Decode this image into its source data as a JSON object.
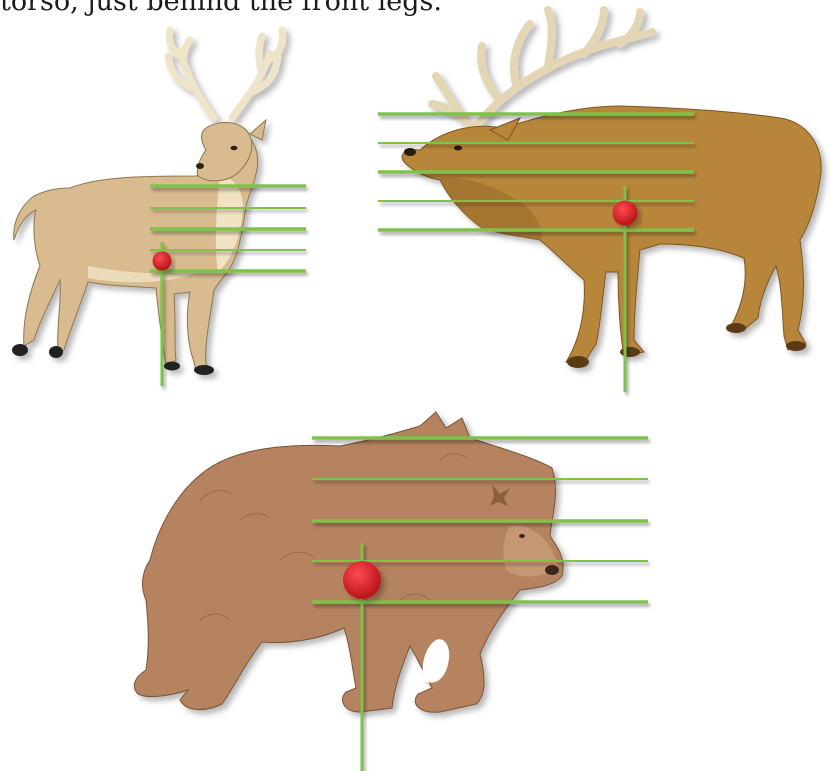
{
  "caption": "torso, just behind the front legs.",
  "colors": {
    "guide_line": "#80c24a",
    "target_dot": "#d7262c",
    "deer_body": "#d8bc90",
    "deer_belly": "#f1e2c4",
    "deer_antler": "#efe3c8",
    "elk_body": "#b7863a",
    "elk_antler": "#e4d6b4",
    "bear_body": "#b5835f",
    "hoof": "#222222"
  },
  "panels": [
    {
      "animal": "deer",
      "name": "deer-target-figure",
      "guide_lines": 5,
      "vertical_line": true,
      "target": true
    },
    {
      "animal": "elk",
      "name": "elk-target-figure",
      "guide_lines": 5,
      "vertical_line": true,
      "target": true
    },
    {
      "animal": "bear",
      "name": "bear-target-figure",
      "guide_lines": 5,
      "vertical_line": true,
      "target": true
    }
  ]
}
